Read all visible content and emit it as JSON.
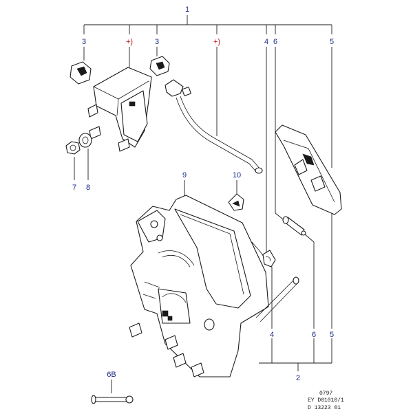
{
  "diagram": {
    "callouts": {
      "c1": "1",
      "c2": "2",
      "c3a": "3",
      "c3b": "3",
      "plusA": "+)",
      "plusB": "+)",
      "c4top": "4",
      "c4bot": "4",
      "c5top": "5",
      "c5bot": "5",
      "c6top": "6",
      "c6bot": "6",
      "c6B": "6B",
      "c7": "7",
      "c8": "8",
      "c9": "9",
      "c10": "10"
    },
    "reference": {
      "line1": "0797",
      "line2": "EY D01010/1",
      "line3": "D 13223 01"
    },
    "colors": {
      "callout": "#1a2a8a",
      "highlight": "#c4121a",
      "ink": "#1a1a1a"
    }
  }
}
